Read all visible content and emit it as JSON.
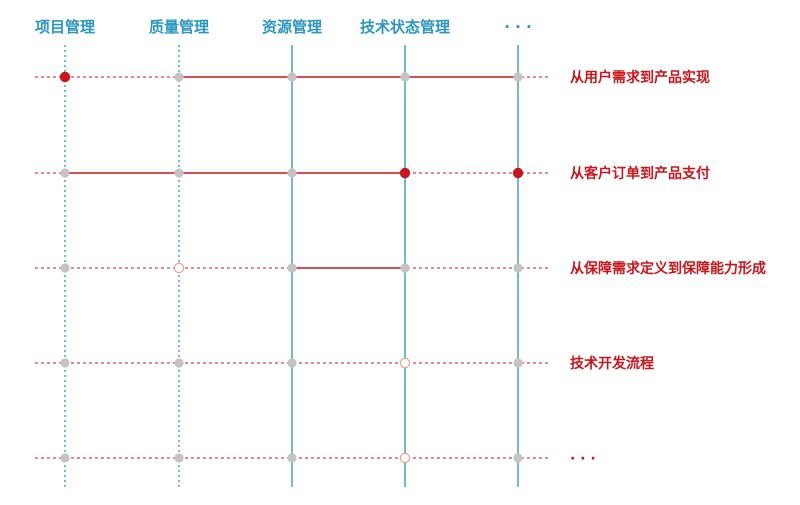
{
  "diagram": {
    "columns": [
      "项目管理",
      "质量管理",
      "资源管理",
      "技术状态管理",
      "· · ·"
    ],
    "rows": [
      {
        "label": "从用户需求到产品实现",
        "nodes": [
          "red",
          "gray",
          "gray",
          "gray",
          "gray"
        ],
        "solid_span": [
          1,
          4
        ]
      },
      {
        "label": "从客户订单到产品支付",
        "nodes": [
          "gray",
          "gray",
          "gray",
          "red",
          "red"
        ],
        "solid_span": [
          0,
          3
        ]
      },
      {
        "label": "从保障需求定义到保障能力形成",
        "nodes": [
          "gray",
          "hollow",
          "gray",
          "gray",
          "gray"
        ],
        "solid_span": [
          2,
          3
        ]
      },
      {
        "label": "技术开发流程",
        "nodes": [
          "gray",
          "gray",
          "gray",
          "hollow",
          "gray"
        ],
        "solid_span": null
      },
      {
        "label": "· · ·",
        "nodes": [
          "gray",
          "gray",
          "gray",
          "hollow",
          "gray"
        ],
        "solid_span": null
      }
    ],
    "column_styles": [
      "dotted",
      "dotted",
      "solid",
      "solid",
      "solid"
    ],
    "colors": {
      "red": "#c8161d",
      "blue": "#2b96c4",
      "teal": "#3a9ab3",
      "gray_node": "#c4c4c4",
      "hollow_stroke": "#e8a08a"
    },
    "icons": {
      "filled_node": "red-circle-icon",
      "neutral_node": "gray-circle-icon",
      "open_node": "hollow-circle-icon"
    }
  }
}
